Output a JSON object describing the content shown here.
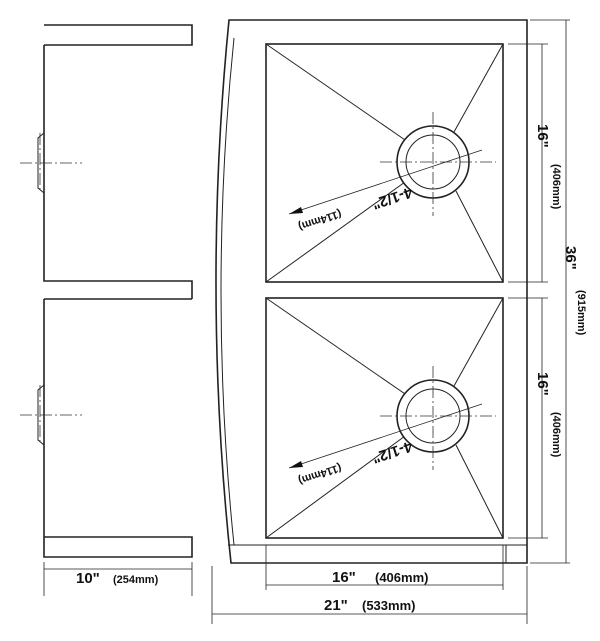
{
  "dimensions": {
    "side_width": {
      "inches": "10\"",
      "mm": "(254mm)"
    },
    "bowl_width": {
      "inches": "16\"",
      "mm": "(406mm)"
    },
    "overall_width": {
      "inches": "21\"",
      "mm": "(533mm)"
    },
    "bowl_length_top": {
      "inches": "16\"",
      "mm": "(406mm)"
    },
    "bowl_length_bottom": {
      "inches": "16\"",
      "mm": "(406mm)"
    },
    "overall_length": {
      "inches": "36\"",
      "mm": "(915mm)"
    }
  },
  "drains": {
    "top": {
      "inches": "4-1/2\"",
      "mm": "(114mm)"
    },
    "bottom": {
      "inches": "4-1/2\"",
      "mm": "(114mm)"
    }
  }
}
